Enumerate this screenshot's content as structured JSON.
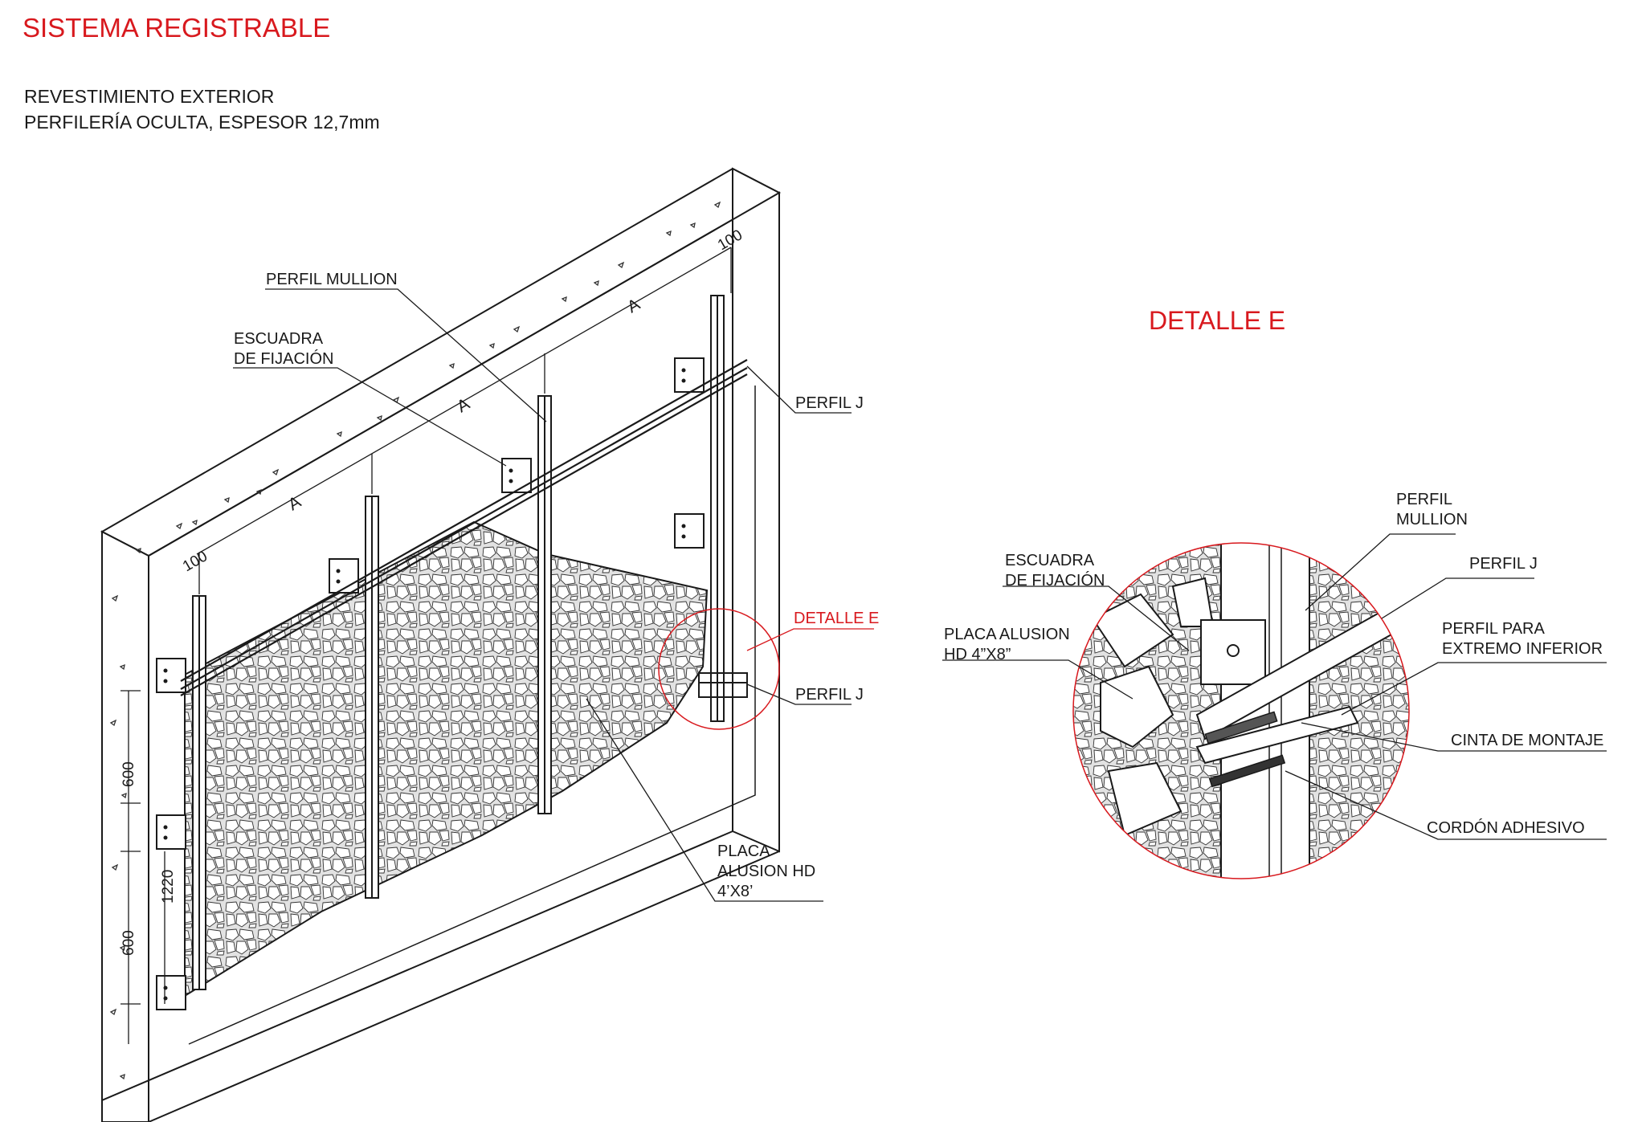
{
  "title": "SISTEMA REGISTRABLE",
  "subtitle_line1": "REVESTIMIENTO EXTERIOR",
  "subtitle_line2": "PERFILERÍA OCULTA, ESPESOR 12,7mm",
  "main": {
    "label_mullion": "PERFIL MULLION",
    "label_escuadra_1": "ESCUADRA",
    "label_escuadra_2": "DE FIJACIÓN",
    "label_perfil_j_top": "PERFIL J",
    "label_detalle_e": "DETALLE E",
    "label_perfil_j_bottom": "PERFIL J",
    "label_placa_1": "PLACA",
    "label_placa_2": "ALUSION HD",
    "label_placa_3": "4’X8’",
    "dim_100_top": "100",
    "dim_a_1": "A",
    "dim_a_2": "A",
    "dim_a_3": "A",
    "dim_100_left": "100",
    "dim_600_upper": "600",
    "dim_1220": "1220",
    "dim_600_lower": "600"
  },
  "detail": {
    "title": "DETALLE E",
    "label_mullion_1": "PERFIL",
    "label_mullion_2": "MULLION",
    "label_perfil_j": "PERFIL J",
    "label_escuadra_1": "ESCUADRA",
    "label_escuadra_2": "DE FIJACIÓN",
    "label_placa_1": "PLACA ALUSION",
    "label_placa_2": "HD 4”X8”",
    "label_extremo_1": "PERFIL PARA",
    "label_extremo_2": "EXTREMO INFERIOR",
    "label_cinta": "CINTA DE MONTAJE",
    "label_cordon": "CORDÓN ADHESIVO"
  },
  "colors": {
    "accent_red": "#d8191e",
    "line_black": "#1a1a1a"
  }
}
